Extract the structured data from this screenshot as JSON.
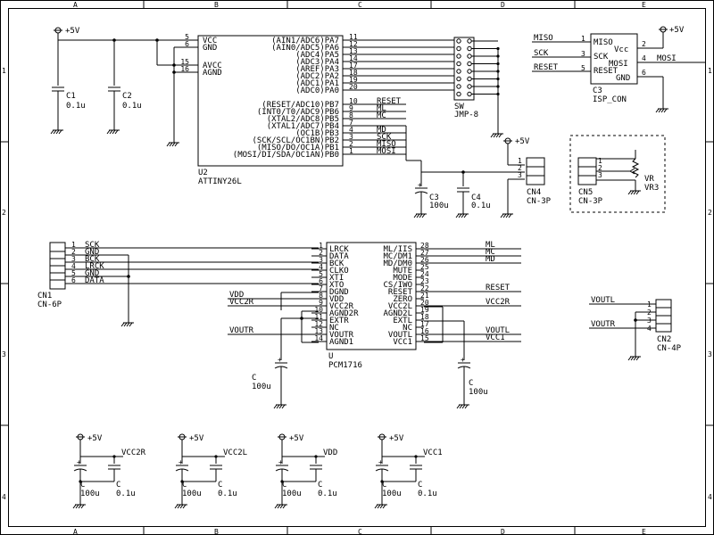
{
  "frame": {
    "cols": [
      "A",
      "B",
      "C",
      "D",
      "E"
    ],
    "rows": [
      "1",
      "2",
      "3",
      "4"
    ]
  },
  "power": {
    "p5v": "+5V"
  },
  "u2": {
    "ref": "U2",
    "value": "ATTINY26L",
    "left_pins": [
      {
        "num": "5",
        "name": "VCC"
      },
      {
        "num": "6",
        "name": "GND"
      },
      {
        "num": "15",
        "name": "AVCC"
      },
      {
        "num": "16",
        "name": "AGND"
      }
    ],
    "right_pins": [
      {
        "num": "11",
        "name": "(AIN1/ADC6)PA7"
      },
      {
        "num": "12",
        "name": "(AIN0/ADC5)PA6"
      },
      {
        "num": "13",
        "name": "(ADC4)PA5"
      },
      {
        "num": "14",
        "name": "(ADC3)PA4"
      },
      {
        "num": "17",
        "name": "(AREF)PA3"
      },
      {
        "num": "18",
        "name": "(ADC2)PA2"
      },
      {
        "num": "19",
        "name": "(ADC1)PA1"
      },
      {
        "num": "20",
        "name": "(ADC0)PA0"
      },
      {
        "num": "10",
        "name": "(RESET/ADC10)PB7",
        "net": "RESET"
      },
      {
        "num": "9",
        "name": "(INT0/T0/ADC9)PB6",
        "net": "ML"
      },
      {
        "num": "8",
        "name": "(XTAL2/ADC8)PB5",
        "net": "MC"
      },
      {
        "num": "7",
        "name": "(XTAL1/ADC7)PB4"
      },
      {
        "num": "4",
        "name": "(OC1B)PB3",
        "net": "MD"
      },
      {
        "num": "3",
        "name": "(SCK/SCL/OC1BN)PB2",
        "net": "SCK"
      },
      {
        "num": "2",
        "name": "(MISO/DO/OC1A)PB1",
        "net": "MISO"
      },
      {
        "num": "1",
        "name": "(MOSI/DI/SDA/OC1AN)PB0",
        "net": "MOSI"
      }
    ]
  },
  "caps_top": [
    {
      "ref": "C1",
      "value": "0.1u"
    },
    {
      "ref": "C2",
      "value": "0.1u"
    }
  ],
  "sw": {
    "ref": "SW",
    "value": "JMP-8"
  },
  "isp": {
    "ref": "C3",
    "value": "ISP_CON",
    "pins": [
      {
        "num": "1",
        "name": "MISO",
        "net": "MISO"
      },
      {
        "num": "3",
        "name": "SCK",
        "net": "SCK"
      },
      {
        "num": "5",
        "name": "RESET",
        "net": "RESET"
      },
      {
        "num": "2",
        "name": "Vcc"
      },
      {
        "num": "4",
        "name": "MOSI",
        "net": "MOSI"
      },
      {
        "num": "6",
        "name": "GND"
      }
    ]
  },
  "c3": {
    "ref": "C3",
    "value": "100u"
  },
  "c4": {
    "ref": "C4",
    "value": "0.1u"
  },
  "cn4": {
    "ref": "CN4",
    "value": "CN-3P",
    "pins": [
      "1",
      "2",
      "3"
    ]
  },
  "cn5": {
    "ref": "CN5",
    "value": "CN-3P",
    "pins": [
      "1",
      "2",
      "3"
    ]
  },
  "vr": {
    "ref": "VR",
    "value": "VR3"
  },
  "cn1": {
    "ref": "CN1",
    "value": "CN-6P",
    "pins": [
      {
        "num": "1",
        "net": "SCK"
      },
      {
        "num": "2",
        "net": "GND"
      },
      {
        "num": "3",
        "net": "BCK"
      },
      {
        "num": "4",
        "net": "LRCK"
      },
      {
        "num": "5",
        "net": "GND"
      },
      {
        "num": "6",
        "net": "DATA"
      }
    ]
  },
  "u": {
    "ref": "U",
    "value": "PCM1716",
    "left_pins": [
      {
        "num": "1",
        "name": "LRCK"
      },
      {
        "num": "2",
        "name": "DATA"
      },
      {
        "num": "3",
        "name": "BCK"
      },
      {
        "num": "4",
        "name": "CLKO"
      },
      {
        "num": "5",
        "name": "XTI"
      },
      {
        "num": "6",
        "name": "XTO"
      },
      {
        "num": "7",
        "name": "DGND"
      },
      {
        "num": "8",
        "name": "VDD",
        "net": "VDD"
      },
      {
        "num": "9",
        "name": "VCC2R",
        "net": "VCC2R"
      },
      {
        "num": "10",
        "name": "AGND2R"
      },
      {
        "num": "11",
        "name": "EXTR"
      },
      {
        "num": "12",
        "name": "NC"
      },
      {
        "num": "13",
        "name": "VOUTR",
        "net": "VOUTR"
      },
      {
        "num": "14",
        "name": "AGND1"
      }
    ],
    "right_pins": [
      {
        "num": "28",
        "name": "ML/IIS",
        "net": "ML"
      },
      {
        "num": "27",
        "name": "MC/DM1",
        "net": "MC"
      },
      {
        "num": "26",
        "name": "MD/DM0",
        "net": "MD"
      },
      {
        "num": "25",
        "name": "MUTE"
      },
      {
        "num": "24",
        "name": "MODE"
      },
      {
        "num": "23",
        "name": "CS/IWO"
      },
      {
        "num": "22",
        "name": "RESET",
        "net": "RESET"
      },
      {
        "num": "21",
        "name": "ZERO"
      },
      {
        "num": "20",
        "name": "VCC2L",
        "net": "VCC2R"
      },
      {
        "num": "19",
        "name": "AGND2L"
      },
      {
        "num": "18",
        "name": "EXTL"
      },
      {
        "num": "17",
        "name": "NC"
      },
      {
        "num": "16",
        "name": "VOUTL",
        "net": "VOUTL"
      },
      {
        "num": "15",
        "name": "VCC1",
        "net": "VCC1"
      }
    ]
  },
  "cap_u_left": {
    "ref": "C",
    "value": "100u"
  },
  "cap_u_right": {
    "ref": "C",
    "value": "100u"
  },
  "cn2": {
    "ref": "CN2",
    "value": "CN-4P",
    "pins": [
      {
        "num": "1",
        "net": "VOUTL"
      },
      {
        "num": "2",
        "net": ""
      },
      {
        "num": "3",
        "net": ""
      },
      {
        "num": "4",
        "net": "VOUTR"
      }
    ]
  },
  "bottom_groups": [
    {
      "net": "VCC2R",
      "c1": "C",
      "v1": "100u",
      "c2": "C",
      "v2": "0.1u"
    },
    {
      "net": "VCC2L",
      "c1": "C",
      "v1": "100u",
      "c2": "C",
      "v2": "0.1u"
    },
    {
      "net": "VDD",
      "c1": "C",
      "v1": "100u",
      "c2": "C",
      "v2": "0.1u"
    },
    {
      "net": "VCC1",
      "c1": "C",
      "v1": "100u",
      "c2": "C",
      "v2": "0.1u"
    }
  ]
}
